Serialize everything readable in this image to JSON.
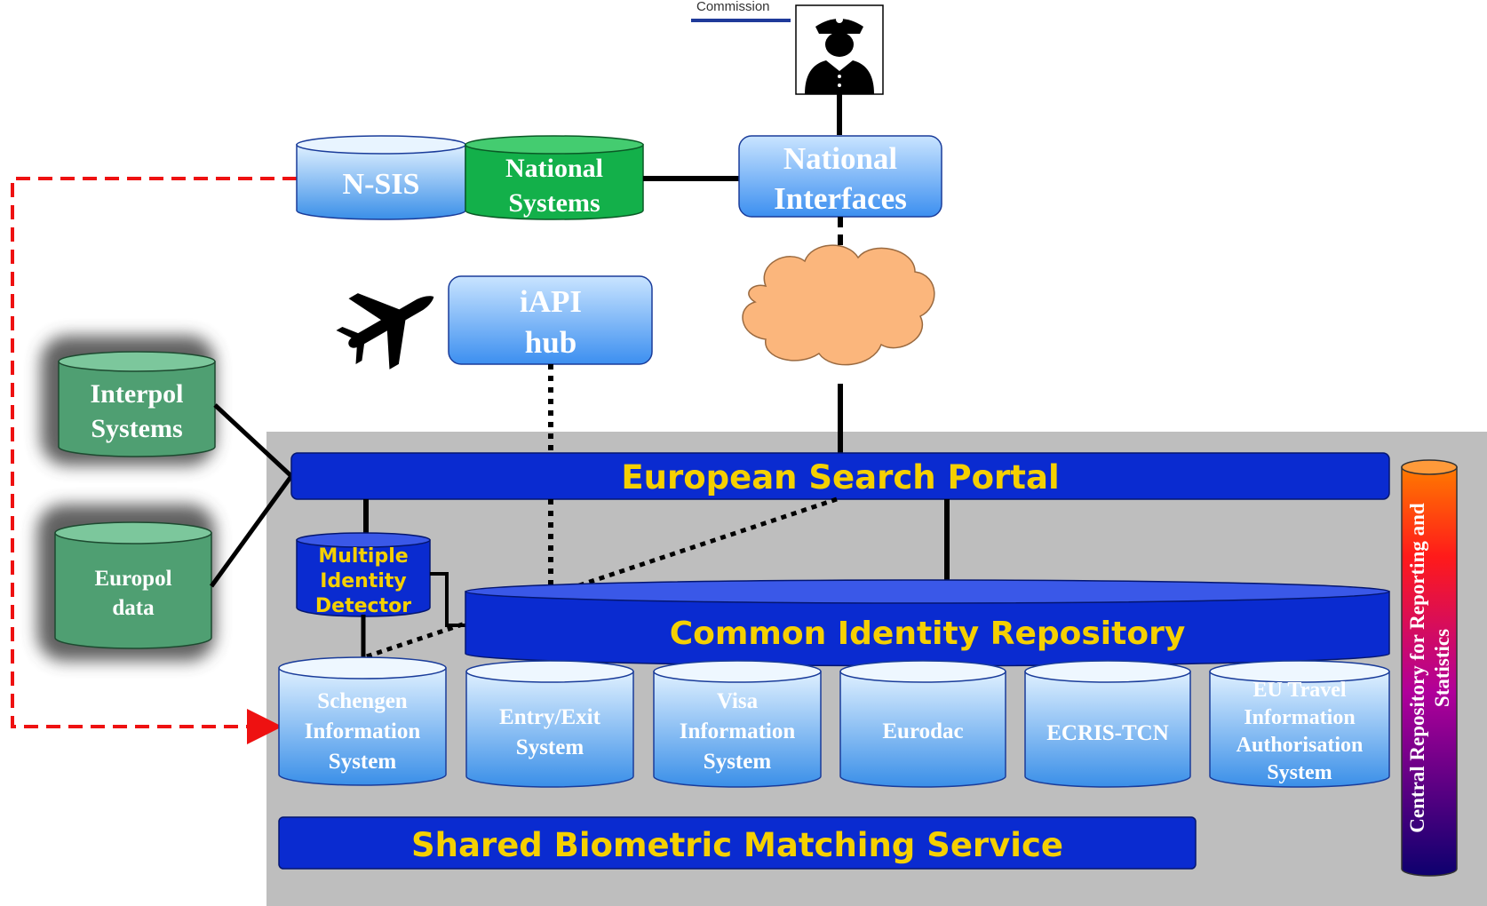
{
  "commission_label": "Commission",
  "national_systems": {
    "nsis": "N-SIS",
    "national_systems_line1": "National",
    "national_systems_line2": "Systems",
    "national_interfaces_line1": "National",
    "national_interfaces_line2": "Interfaces"
  },
  "iapi": {
    "line1": "iAPI",
    "line2": "hub"
  },
  "external": {
    "interpol_line1": "Interpol",
    "interpol_line2": "Systems",
    "europol_line1": "Europol",
    "europol_line2": "data"
  },
  "components": {
    "esp": "European Search Portal",
    "mid_line1": "Multiple",
    "mid_line2": "Identity",
    "mid_line3": "Detector",
    "cir": "Common Identity Repository",
    "sbms": "Shared Biometric Matching Service",
    "crrs_line1": "Central Repository for Reporting and",
    "crrs_line2": "Statistics"
  },
  "databases": {
    "sis": [
      "Schengen",
      "Information",
      "System"
    ],
    "ees": [
      "Entry/Exit",
      "System"
    ],
    "vis": [
      "Visa",
      "Information",
      "System"
    ],
    "eurodac": "Eurodac",
    "ecris": "ECRIS-TCN",
    "etias": [
      "EU Travel",
      "Information",
      "Authorisation",
      "System"
    ]
  },
  "colors": {
    "dark_blue": "#0a2bd0",
    "yellow_text": "#f5d000",
    "light_blue_top": "#d6ebff",
    "light_blue_bottom": "#3a8fe8",
    "green_national": "#13b04a",
    "green_external": "#4f9f72",
    "gray_area": "#bebebe",
    "red_dashed": "#ee1111",
    "cloud": "#fbb67c"
  },
  "icons": [
    "border-guard-icon",
    "airplane-icon",
    "network-cloud-icon"
  ]
}
